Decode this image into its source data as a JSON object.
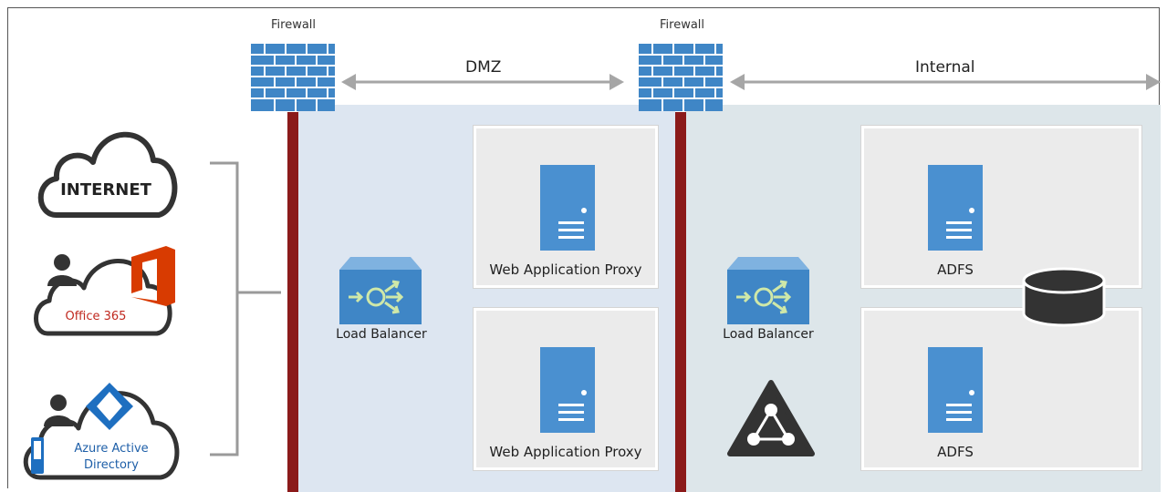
{
  "firewalls": [
    {
      "label": "Firewall"
    },
    {
      "label": "Firewall"
    }
  ],
  "zones": {
    "dmz": "DMZ",
    "internal": "Internal"
  },
  "clouds": {
    "internet": "INTERNET",
    "office": "Office 365",
    "azure_line1": "Azure Active",
    "azure_line2": "Directory"
  },
  "dmz": {
    "load_balancer": "Load Balancer",
    "servers": [
      "Web Application Proxy",
      "Web Application Proxy"
    ]
  },
  "internal": {
    "load_balancer": "Load Balancer",
    "servers": [
      "ADFS",
      "ADFS"
    ]
  },
  "colors": {
    "firewall_blue": "#3f86c6",
    "wall_red": "#8b1a1a",
    "server_blue": "#4a90d0",
    "office_red": "#d83b01",
    "azure_blue": "#1e6fc0"
  }
}
